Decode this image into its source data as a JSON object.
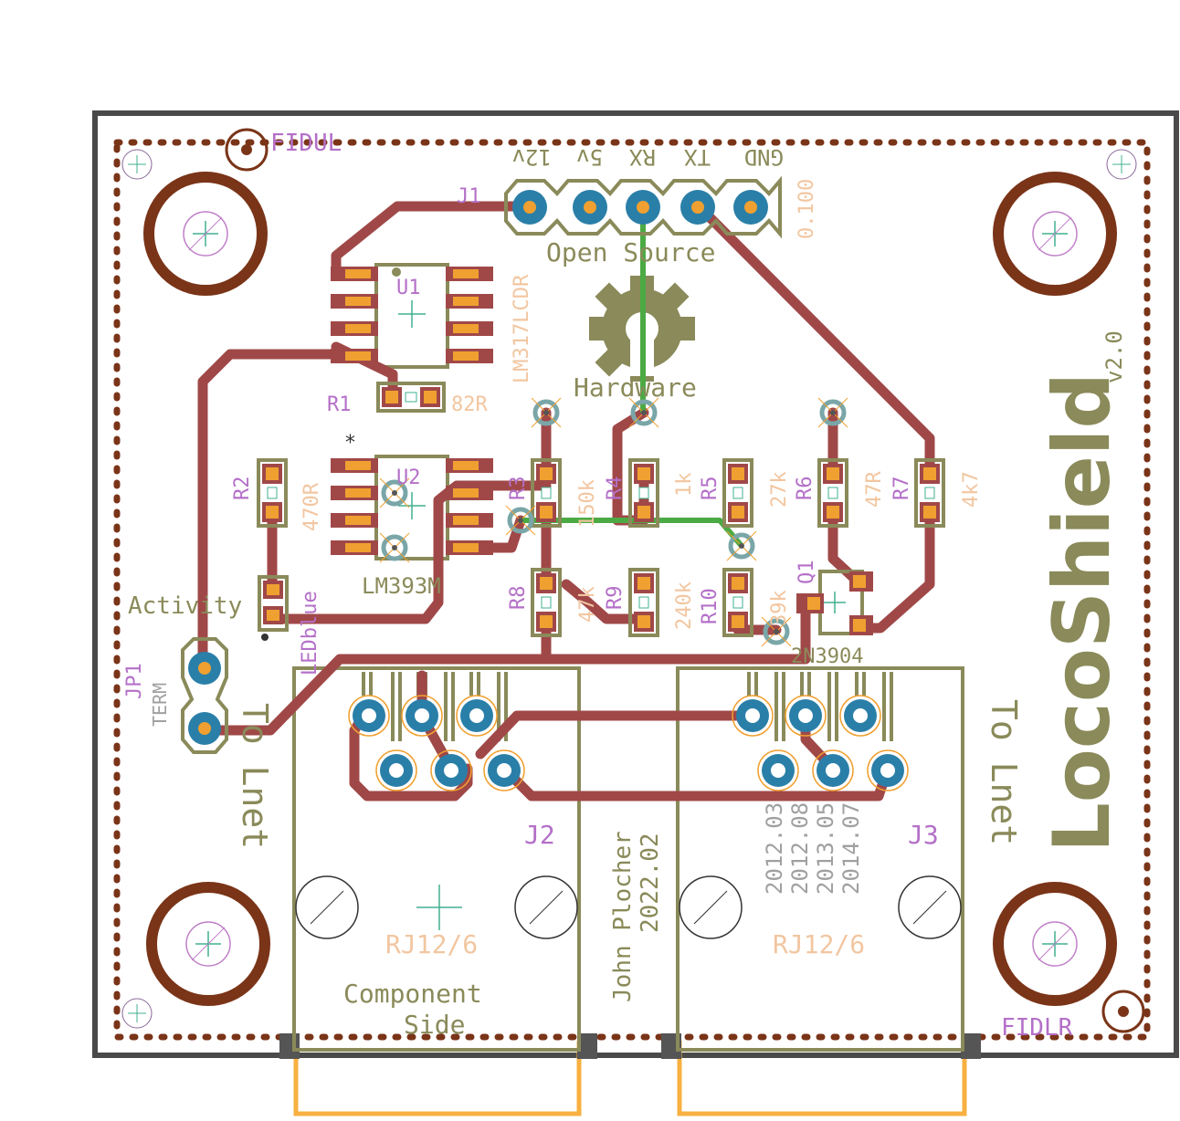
{
  "board": {
    "title": "LocoShield",
    "version": "v2.0",
    "author": "John Plocher",
    "author_date": "2022.02",
    "revisions": [
      "2012.03",
      "2012.08",
      "2013.05",
      "2014.07"
    ],
    "side_label_1": "Component",
    "side_label_2": "Side",
    "logo_top": "Open Source",
    "logo_bottom": "Hardware",
    "to_lnet_left": "To Lnet",
    "to_lnet_right": "To Lnet"
  },
  "fiducials": {
    "top_left": "FIDUL",
    "bottom_right": "FIDLR"
  },
  "header_pins": [
    "12v",
    "5v",
    "RX",
    "TX",
    "GND"
  ],
  "header": {
    "name": "J1",
    "value": "0.100"
  },
  "components": {
    "u1": {
      "name": "U1",
      "value": "LM317LCDR"
    },
    "u2": {
      "name": "U2",
      "value": "LM393M"
    },
    "r1": {
      "name": "R1",
      "value": "82R"
    },
    "r2": {
      "name": "R2",
      "value": "470R"
    },
    "r3": {
      "name": "R3",
      "value": "150k"
    },
    "r4": {
      "name": "R4",
      "value": "1k"
    },
    "r5": {
      "name": "R5",
      "value": "27k"
    },
    "r6": {
      "name": "R6",
      "value": "47R"
    },
    "r7": {
      "name": "R7",
      "value": "4k7"
    },
    "r8": {
      "name": "R8",
      "value": "47k"
    },
    "r9": {
      "name": "R9",
      "value": "240k"
    },
    "r10": {
      "name": "R10",
      "value": "39k"
    },
    "q1": {
      "name": "Q1",
      "value": "2N3904"
    },
    "led": {
      "name": "Activity",
      "value": "LEDblue"
    },
    "jp1": {
      "name": "JP1",
      "value": "TERM"
    },
    "j2": {
      "name": "J2",
      "value": "RJ12/6"
    },
    "j3": {
      "name": "J3",
      "value": "RJ12/6"
    }
  },
  "colors": {
    "board_outline": "#4a4a4a",
    "copper_top": "#a04848",
    "copper_bottom": "#4caa44",
    "pad": "#2a7fa8",
    "pad_hole": "#f0a030",
    "smd_pad": "#f0a030",
    "silkscreen": "#8a8a5a",
    "names": "#b470c8",
    "values": "#f2c6a0",
    "mount_hole": "#7a3418",
    "tabs": "#f8b040"
  }
}
